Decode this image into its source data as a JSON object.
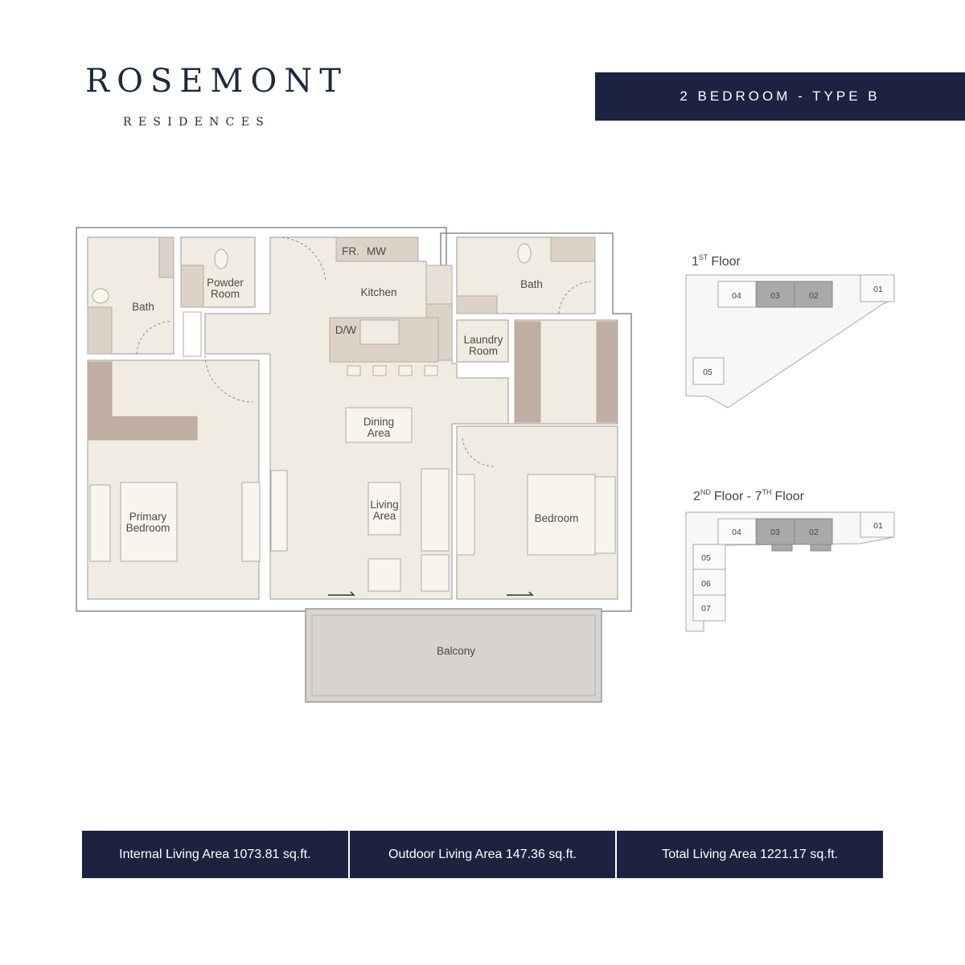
{
  "brand": {
    "name": "ROSEMONT",
    "subtitle": "RESIDENCES"
  },
  "unit_type": "2 BEDROOM - TYPE B",
  "colors": {
    "navy": "#1b2340",
    "floor": "#f1ece1",
    "cabinet": "#dcd2c8",
    "cabinet_dark": "#bfaea1",
    "balcony": "#d7d3d0",
    "highlight_unit": "#a9a9a9"
  },
  "rooms": {
    "bath_left": "Bath",
    "powder_1": "Powder",
    "powder_2": "Room",
    "kitchen": "Kitchen",
    "fridge": "FR.",
    "microwave": "MW",
    "dishwasher": "D/W",
    "bath_right": "Bath",
    "laundry_1": "Laundry",
    "laundry_2": "Room",
    "dining_1": "Dining",
    "dining_2": "Area",
    "living_1": "Living",
    "living_2": "Area",
    "primary_1": "Primary",
    "primary_2": "Bedroom",
    "bedroom": "Bedroom",
    "balcony": "Balcony"
  },
  "key_plans": {
    "first": {
      "num": "1",
      "sup": "ST",
      "word": "Floor",
      "units": [
        "04",
        "03",
        "02",
        "01",
        "05"
      ]
    },
    "upper": {
      "num1": "2",
      "sup1": "ND",
      "mid": "Floor - 7",
      "sup2": "TH",
      "word": "Floor",
      "units": [
        "04",
        "03",
        "02",
        "01",
        "05",
        "06",
        "07"
      ]
    },
    "highlighted_units": [
      "03",
      "02"
    ]
  },
  "areas": [
    "Internal Living Area 1073.81 sq.ft.",
    "Outdoor Living Area 147.36 sq.ft.",
    "Total Living Area 1221.17 sq.ft."
  ]
}
